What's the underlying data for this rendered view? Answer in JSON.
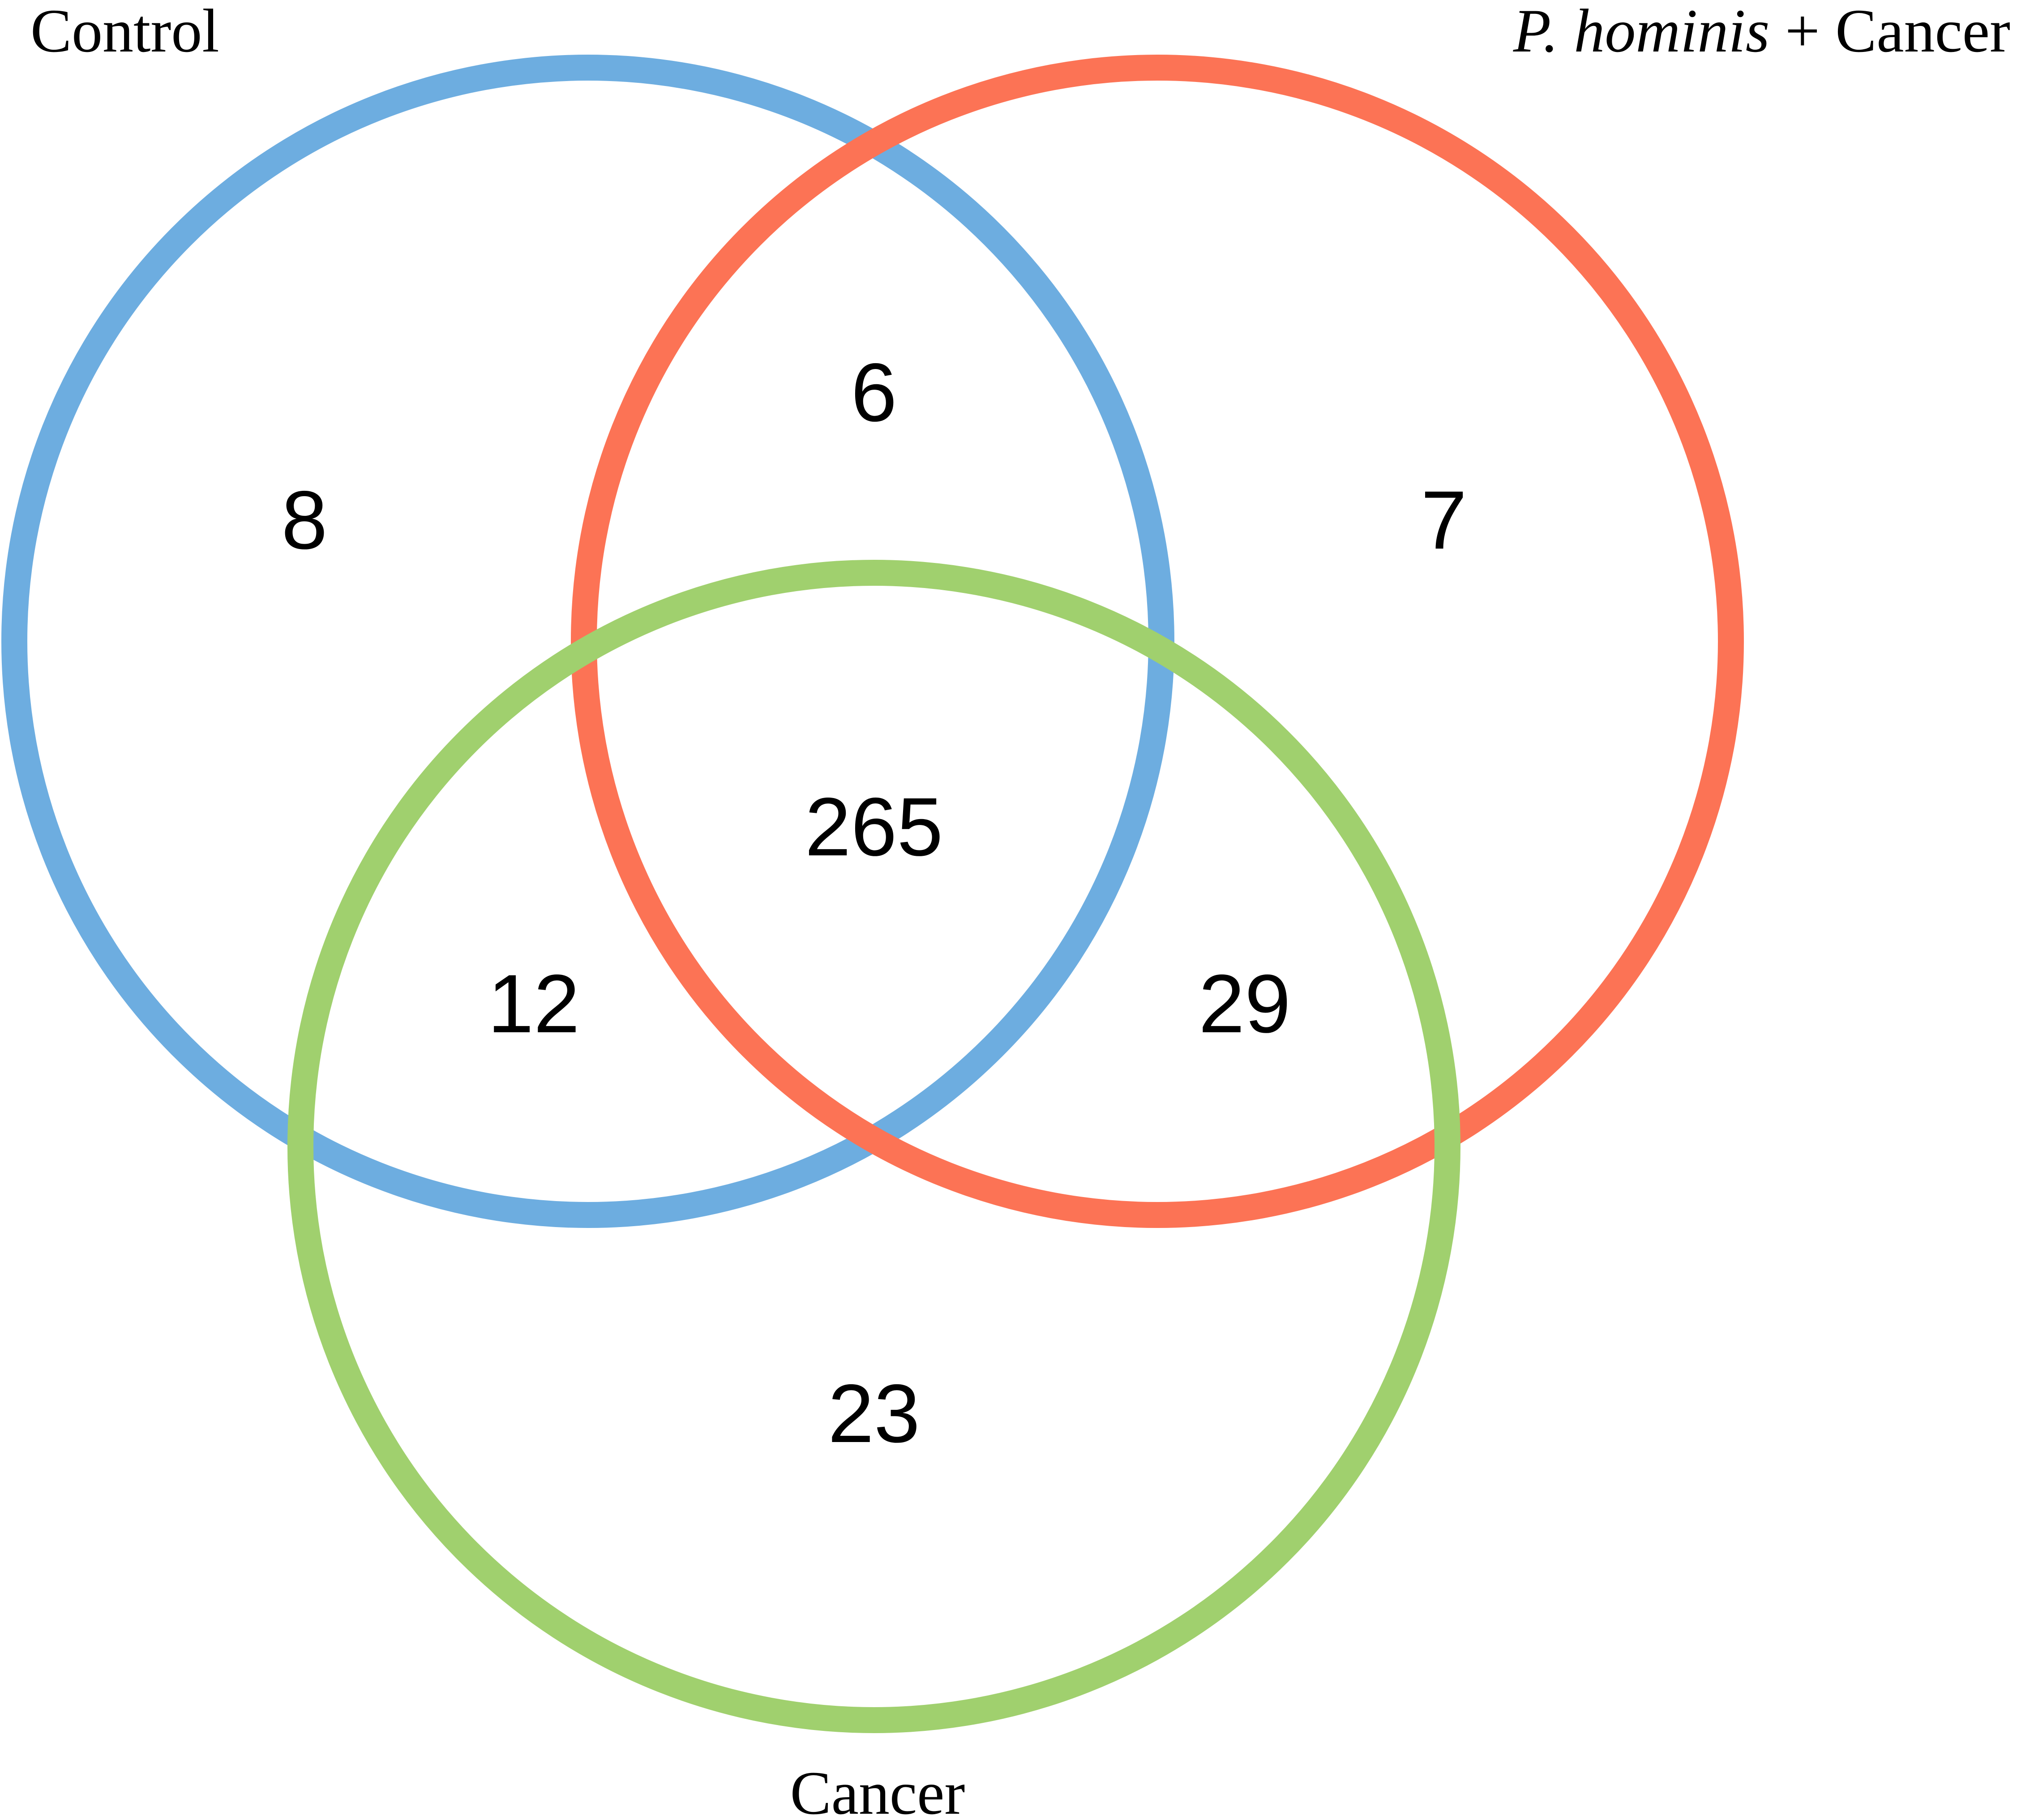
{
  "colors": {
    "control": "#6dade0",
    "phominis_cancer": "#fc7355",
    "cancer": "#a0d06e"
  },
  "sets": {
    "control": {
      "label": "Control"
    },
    "phominis_cancer": {
      "label_italic": "P. hominis",
      "label_rest": " + Cancer"
    },
    "cancer": {
      "label": "Cancer"
    }
  },
  "regions": {
    "control_only": "8",
    "phominis_only": "7",
    "cancer_only": "23",
    "control_phominis": "6",
    "control_cancer": "12",
    "phominis_cancer": "29",
    "all_three": "265"
  }
}
